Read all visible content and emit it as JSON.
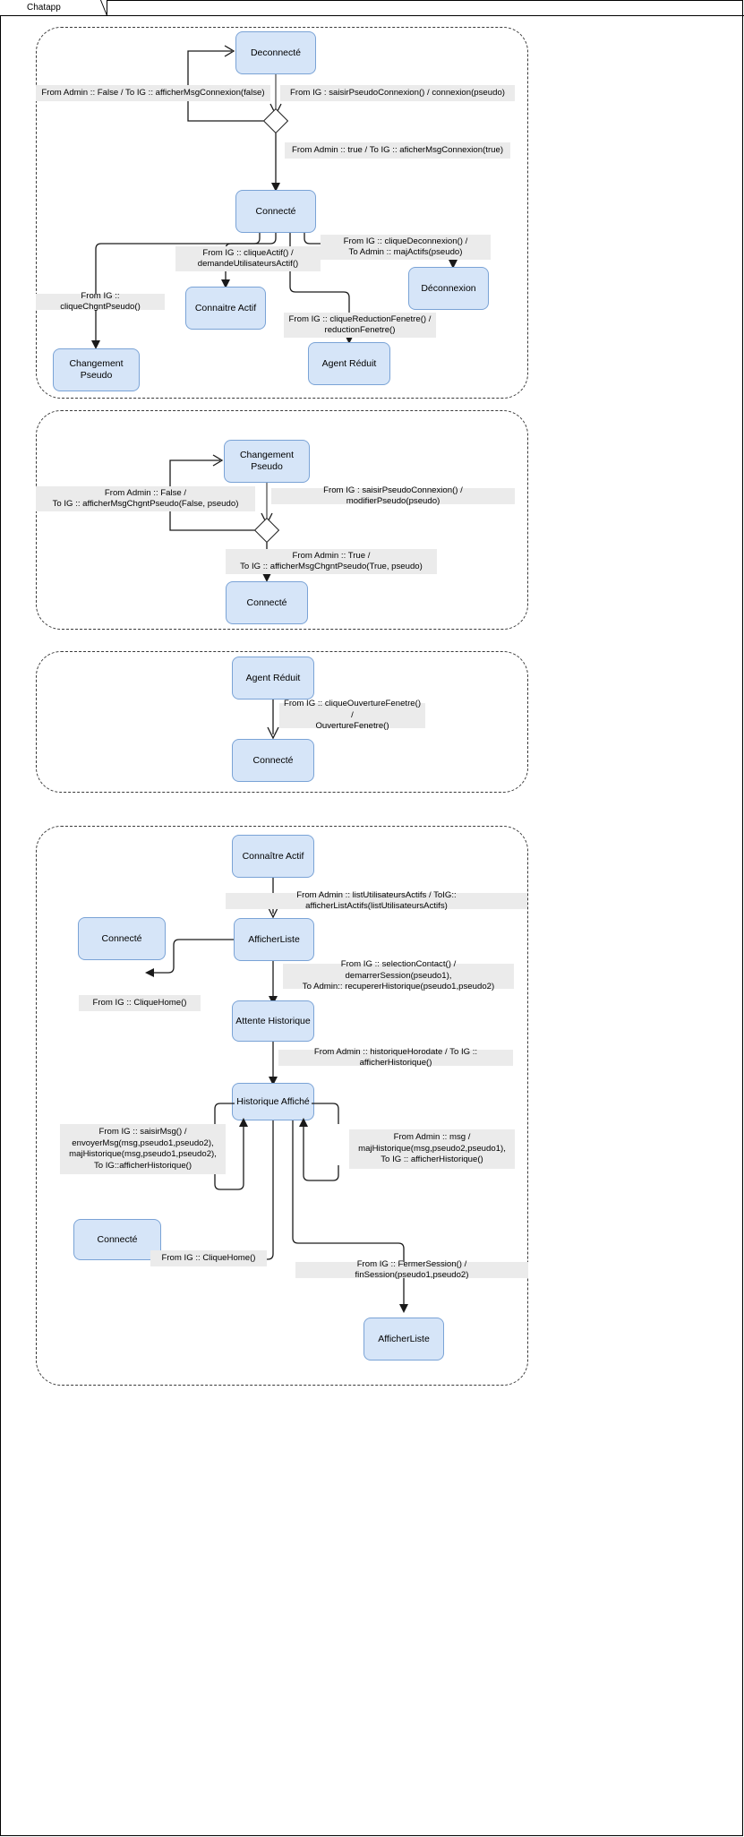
{
  "window": {
    "tab_label": "Chatapp"
  },
  "diagram": {
    "title": "Chatapp",
    "type": "uml-state-machine",
    "colors": {
      "state_fill": "#d6e5f8",
      "state_border": "#7aa3d6",
      "label_fill": "#ebebeb",
      "connector": "#1a1a1a",
      "region_border": "#3a3a3a"
    }
  },
  "regions": [
    {
      "id": "region-connexion",
      "states": [
        {
          "id": "s1-deconnecte",
          "label": "Deconnecté"
        },
        {
          "id": "s1-connecte",
          "label": "Connecté"
        },
        {
          "id": "s1-connaitre-actif",
          "label": "Connaitre Actif"
        },
        {
          "id": "s1-deconnexion",
          "label": "Déconnexion"
        },
        {
          "id": "s1-changement-pseudo",
          "label": "Changement Pseudo"
        },
        {
          "id": "s1-agent-reduit",
          "label": "Agent Réduit"
        }
      ],
      "transitions": [
        {
          "id": "t1-1",
          "label": "From Admin :: False  / To IG :: afficherMsgConnexion(false)"
        },
        {
          "id": "t1-2",
          "label": "From IG : saisirPseudoConnexion() / connexion(pseudo)"
        },
        {
          "id": "t1-3",
          "label": "From Admin :: true  / To IG :: aficherMsgConnexion(true)"
        },
        {
          "id": "t1-4",
          "label": "From IG :: cliqueActif() /\ndemandeUtilisateursActif()"
        },
        {
          "id": "t1-5",
          "label": "From IG :: cliqueDeconnexion() /\nTo Admin :: majActifs(pseudo)"
        },
        {
          "id": "t1-6",
          "label": "From IG :: cliqueChgntPseudo()"
        },
        {
          "id": "t1-7",
          "label": "From IG :: cliqueReductionFenetre() /\nreductionFenetre()"
        }
      ]
    },
    {
      "id": "region-changement-pseudo",
      "states": [
        {
          "id": "s2-changement-pseudo",
          "label": "Changement Pseudo"
        },
        {
          "id": "s2-connecte",
          "label": "Connecté"
        }
      ],
      "transitions": [
        {
          "id": "t2-1",
          "label": "From Admin :: False /\nTo IG :: afficherMsgChgntPseudo(False, pseudo)"
        },
        {
          "id": "t2-2",
          "label": "From IG : saisirPseudoConnexion() / modifierPseudo(pseudo)"
        },
        {
          "id": "t2-3",
          "label": "From Admin :: True /\nTo IG :: afficherMsgChgntPseudo(True, pseudo)"
        }
      ]
    },
    {
      "id": "region-agent-reduit",
      "states": [
        {
          "id": "s3-agent-reduit",
          "label": "Agent Réduit"
        },
        {
          "id": "s3-connecte",
          "label": "Connecté"
        }
      ],
      "transitions": [
        {
          "id": "t3-1",
          "label": "From IG :: cliqueOuvertureFenetre() /\nOuvertureFenetre()"
        }
      ]
    },
    {
      "id": "region-historique",
      "states": [
        {
          "id": "s4-connaitre-actif",
          "label": "Connaître Actif"
        },
        {
          "id": "s4-afficherliste",
          "label": "AfficherListe"
        },
        {
          "id": "s4-connecte-1",
          "label": "Connecté"
        },
        {
          "id": "s4-attente-historique",
          "label": "Attente Historique"
        },
        {
          "id": "s4-historique-affiche",
          "label": "Historique Affiché"
        },
        {
          "id": "s4-connecte-2",
          "label": "Connecté"
        },
        {
          "id": "s4-afficherliste-2",
          "label": "AfficherListe"
        }
      ],
      "transitions": [
        {
          "id": "t4-1",
          "label": "From Admin :: listUtilisateursActifs / ToIG:: afficherListActifs(listUtilisateursActifs)"
        },
        {
          "id": "t4-2",
          "label": "From IG :: selectionContact() / demarrerSession(pseudo1),\nTo Admin:: recupererHistorique(pseudo1,pseudo2)"
        },
        {
          "id": "t4-3",
          "label": "From IG :: CliqueHome()"
        },
        {
          "id": "t4-4",
          "label": "From Admin :: historiqueHorodate / To IG :: afficherHistorique()"
        },
        {
          "id": "t4-5",
          "label": "From IG :: saisirMsg() /\nenvoyerMsg(msg,pseudo1,pseudo2),\nmajHistorique(msg,pseudo1,pseudo2),\nTo IG::afficherHistorique()"
        },
        {
          "id": "t4-6",
          "label": "From Admin ::  msg /\nmajHistorique(msg,pseudo2,pseudo1),\nTo IG :: afficherHistorique()"
        },
        {
          "id": "t4-7",
          "label": "From IG :: CliqueHome()"
        },
        {
          "id": "t4-8",
          "label": "From IG :: FermerSession() / finSession(pseudo1,pseudo2)"
        }
      ]
    }
  ]
}
